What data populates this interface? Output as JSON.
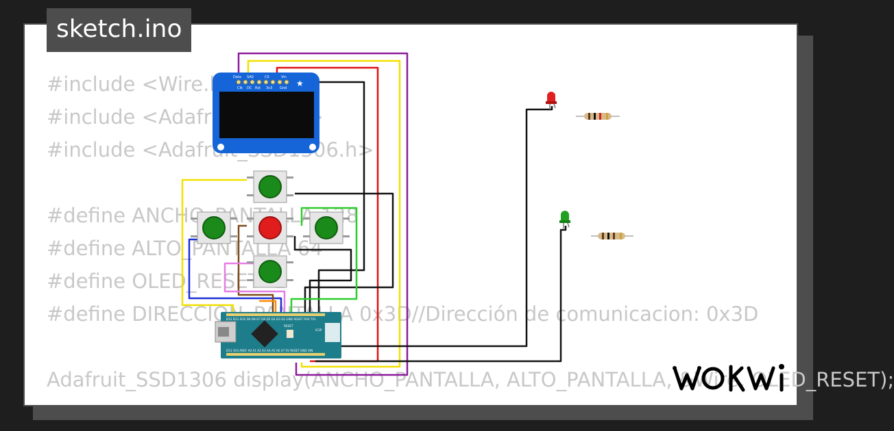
{
  "project": {
    "title": "sketch.ino"
  },
  "code_lines": [
    "#include <Wire.h>",
    "#include <Adafruit_GFX.h>",
    "#include <Adafruit_SSD1306.h>",
    "",
    "#define ANCHO_PANTALLA 128",
    "#define ALTO_PANTALLA 64",
    "#define OLED_RESET -1",
    "#define DIRECCION_PANTALLA 0x3D//Dirección de comunicacion: 0x3D",
    "",
    "Adafruit_SSD1306 display(ANCHO_PANTALLA, ALTO_PANTALLA, &Wire, OLED_RESET);"
  ],
  "components": {
    "oled": {
      "pin_labels_top": [
        "Data",
        "SA0",
        "CS",
        "Vin"
      ],
      "pin_labels_bottom": [
        "Clk",
        "DC",
        "Rst",
        "3v3",
        "Gnd"
      ],
      "colors": {
        "board": "#1565d8",
        "screen": "#0b0b0b"
      }
    },
    "buttons": [
      {
        "color": "#1a8a1a",
        "name": "up"
      },
      {
        "color": "#1a8a1a",
        "name": "left"
      },
      {
        "color": "#e01c1c",
        "name": "center"
      },
      {
        "color": "#1a8a1a",
        "name": "right"
      },
      {
        "color": "#1a8a1a",
        "name": "down"
      }
    ],
    "arduino": {
      "top_pins": "D12 D11 D10 D9 D8 D7 D6 D5 D4 D3 D2 GND RESET RX0 TX1",
      "bottom_pins": "D13 3V3 AREF A0 A1 A2 A3 A4 A5 A6 A7 5V RESET GND VIN",
      "side_labels": [
        "RESET",
        "ICSP"
      ],
      "color": "#1e7d8a"
    },
    "leds": [
      {
        "color": "#e02020"
      },
      {
        "color": "#22a022"
      }
    ]
  },
  "wire_colors": {
    "purple": "#8b1a9b",
    "yellow": "#f2e000",
    "red": "#e01010",
    "black": "#111111",
    "green": "#2ecc2e",
    "blue": "#1a2ed6",
    "brown": "#7a4a1a",
    "pink": "#e67de6",
    "orange": "#ff8c00"
  },
  "brand": {
    "logo_text": "WOKWi"
  }
}
